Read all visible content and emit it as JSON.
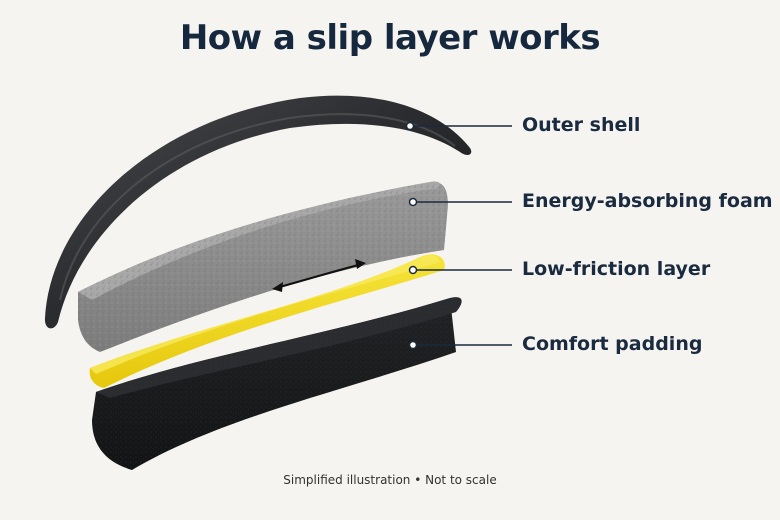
{
  "title": "How a slip layer works",
  "layers": [
    {
      "label": "Outer shell",
      "color": "#2a2b2d"
    },
    {
      "label": "Energy-absorbing foam",
      "color": "#8f8f8f"
    },
    {
      "label": "Low-friction layer",
      "color": "#f2dc1a"
    },
    {
      "label": "Comfort padding",
      "color": "#1d1e20"
    }
  ],
  "callout_line_color": "#1a2a3f",
  "motion_arrow_icon": "double-headed-arrow",
  "footer": "Simplified illustration • Not to scale"
}
